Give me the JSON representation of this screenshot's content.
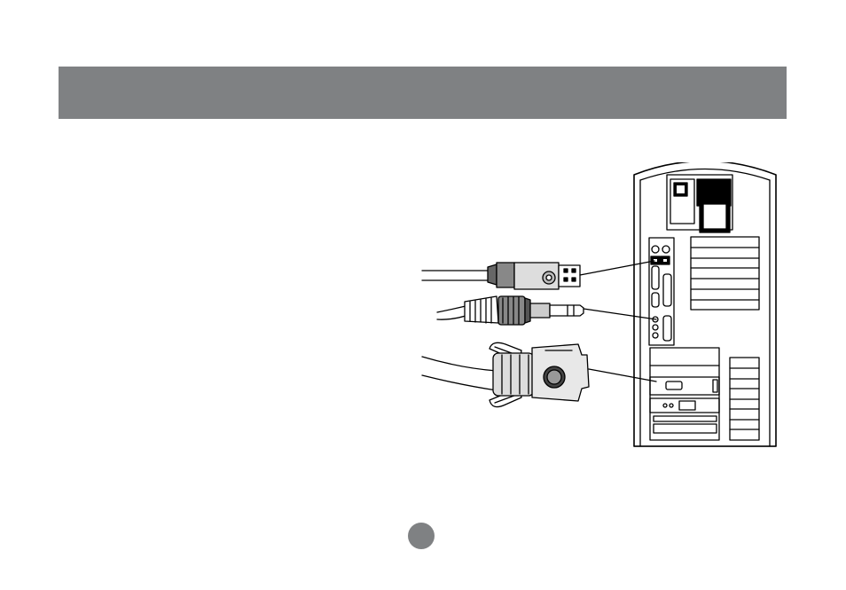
{
  "header": {
    "color": "#7f8183"
  },
  "illustration": {
    "items": [
      "usb-cable",
      "audio-cable",
      "vga-cable",
      "computer-tower"
    ]
  },
  "page_marker": {
    "color": "#7f8183"
  }
}
